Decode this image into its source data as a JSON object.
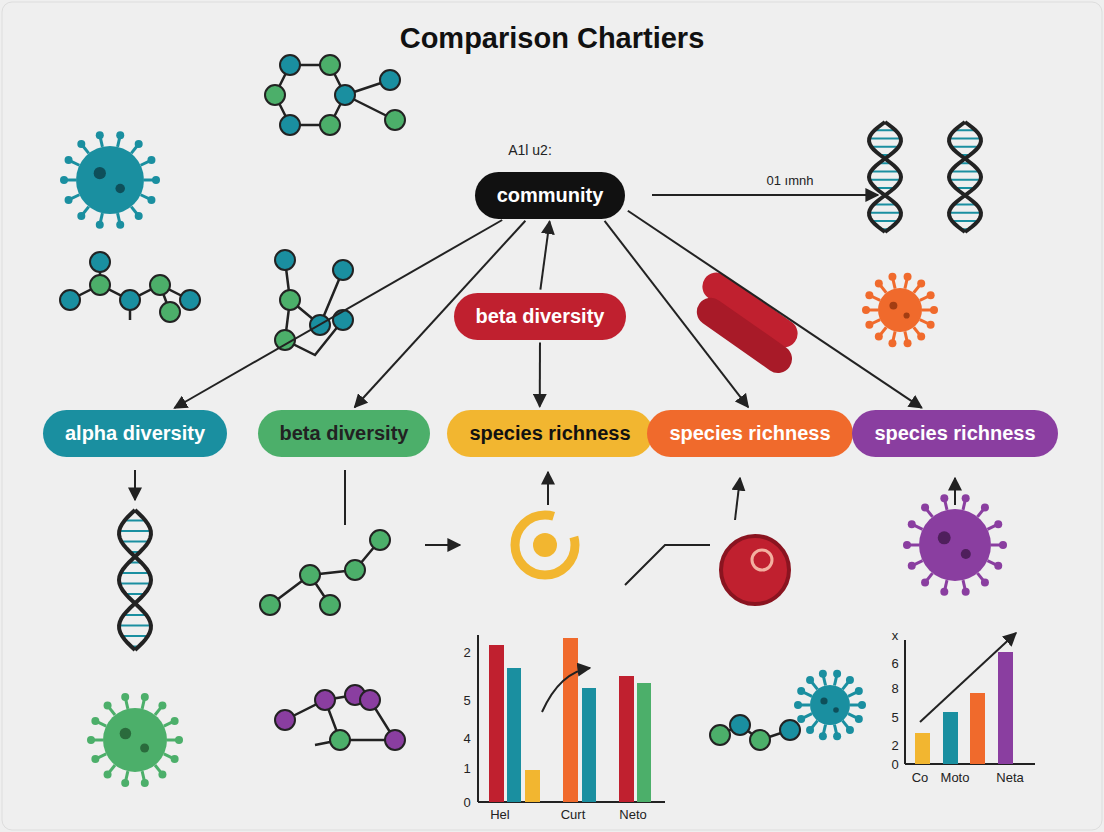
{
  "diagram": {
    "title": "Comparison Chartiers",
    "nodes": [
      {
        "text": [
          "community"
        ]
      },
      {
        "text": [
          "beta diversity"
        ]
      },
      {
        "text": [
          "alpha diversity"
        ]
      },
      {
        "text": [
          "beta diversity"
        ]
      },
      {
        "text": [
          "species richness"
        ]
      },
      {
        "text": [
          "species richness"
        ]
      },
      {
        "text": [
          "species richness"
        ]
      }
    ],
    "edges": [
      {
        "from": 0,
        "to": 2,
        "arrow": "to"
      },
      {
        "from": 0,
        "to": 3,
        "arrow": "to"
      },
      {
        "from": 1,
        "to": 0,
        "arrow": "to"
      },
      {
        "from": 1,
        "to": 4,
        "arrow": "to"
      },
      {
        "from": 0,
        "to": 5,
        "arrow": "to"
      },
      {
        "from": 0,
        "to": 6,
        "arrow": "to"
      }
    ],
    "labels": [
      "A1l u2:",
      "01 ımnh",
      "2",
      "5",
      "4",
      "1",
      "0",
      "Hel",
      "Curt",
      "Neto",
      "x",
      "6",
      "8",
      "5",
      "2",
      "0",
      "Co",
      "Moto",
      "Neta"
    ]
  }
}
